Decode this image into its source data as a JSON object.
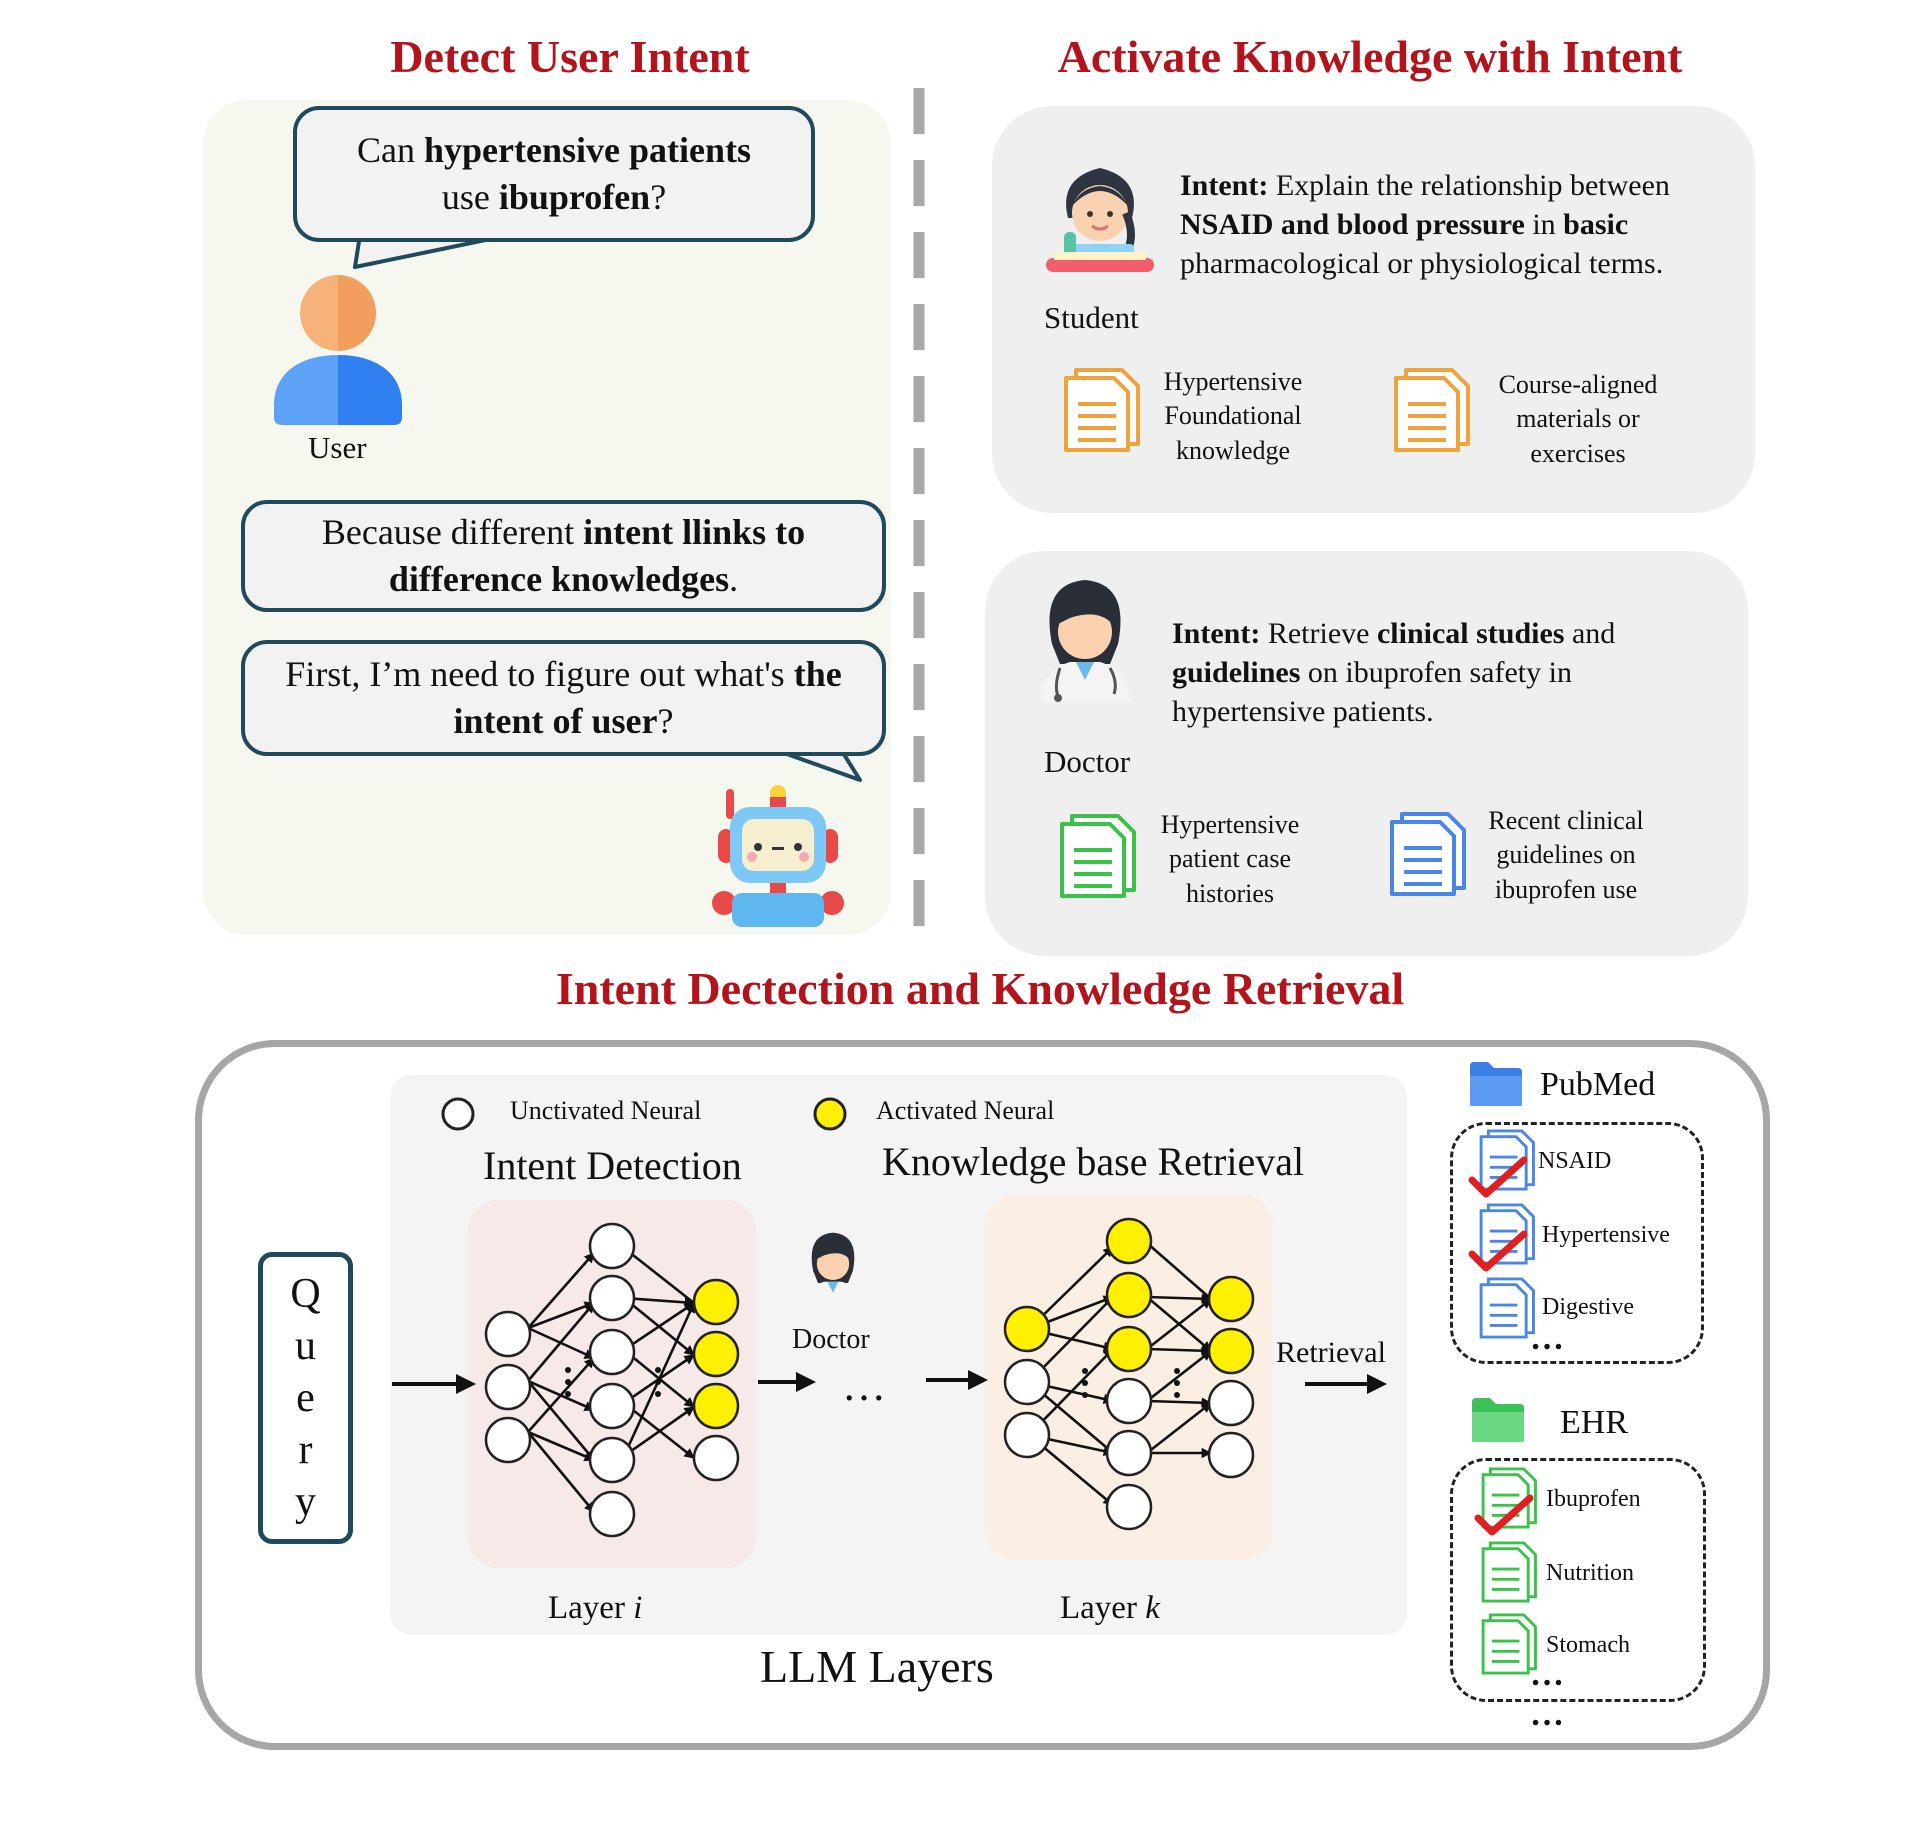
{
  "titles": {
    "detect": "Detect User Intent",
    "activate": "Activate Knowledge with Intent",
    "retrieval": "Intent Dectection and Knowledge Retrieval"
  },
  "left": {
    "q_pre": "Can ",
    "q_b1": "hypertensive patients",
    "q_mid": " use ",
    "q_b2": "ibuprofen",
    "q_post": "?",
    "user_label": "User",
    "b2_pre": "Because different ",
    "b2_b1": "intent llinks to difference knowledges",
    "b2_post": ".",
    "b3_pre": "First, I’m need to figure out what's ",
    "b3_b1": "the intent of user",
    "b3_post": "?"
  },
  "student": {
    "role": "Student",
    "intent_lbl": "Intent:",
    "t1": " Explain the relationship between ",
    "b1": "NSAID and blood pressure",
    "t2": " in ",
    "b2": "basic",
    "t3": " pharmacological or physiological terms.",
    "doc1": [
      "Hypertensive",
      "Foundational",
      "knowledge"
    ],
    "doc2": [
      "Course-aligned",
      "materials or",
      "exercises"
    ]
  },
  "doctor": {
    "role": "Doctor",
    "intent_lbl": "Intent:",
    "t1": " Retrieve ",
    "b1": "clinical studies",
    "t2": " and ",
    "b2": "guidelines",
    "t3": " on ibuprofen safety in hypertensive patients.",
    "doc1": [
      "Hypertensive",
      "patient case",
      "histories"
    ],
    "doc2": [
      "Recent clinical",
      "guidelines on",
      "ibuprofen use"
    ]
  },
  "bottom": {
    "legend_unact": "Unctivated Neural",
    "legend_act": "Activated Neural",
    "intent_detection": "Intent Detection",
    "kb_retrieval": "Knowledge base Retrieval",
    "query_letters": [
      "Q",
      "u",
      "e",
      "r",
      "y"
    ],
    "doctor_label": "Doctor",
    "ellipsis": "…",
    "retrieval_label": "Retrieval",
    "layer_i_pre": "Layer ",
    "layer_i_var": "i",
    "layer_k_pre": "Layer ",
    "layer_k_var": "k",
    "llm_layers": "LLM Layers",
    "pubmed": "PubMed",
    "pubmed_items": [
      "NSAID",
      "Hypertensive",
      "Digestive"
    ],
    "ehr": "EHR",
    "ehr_items": [
      "Ibuprofen",
      "Nutrition",
      "Stomach"
    ],
    "dots": "…"
  },
  "colors": {
    "title_red": "#b3141b",
    "orange_doc": "#f0a23c",
    "green_doc": "#3cc24a",
    "blue_doc": "#4a86e8",
    "activated": "#ffef00",
    "check_red": "#e02020",
    "outline": "#1f4a5c"
  },
  "icons": {
    "user": "user-avatar-icon",
    "robot": "robot-icon",
    "student": "student-avatar-icon",
    "doctor": "doctor-avatar-icon",
    "folder": "folder-icon",
    "document": "document-icon",
    "check": "checkmark-icon"
  }
}
